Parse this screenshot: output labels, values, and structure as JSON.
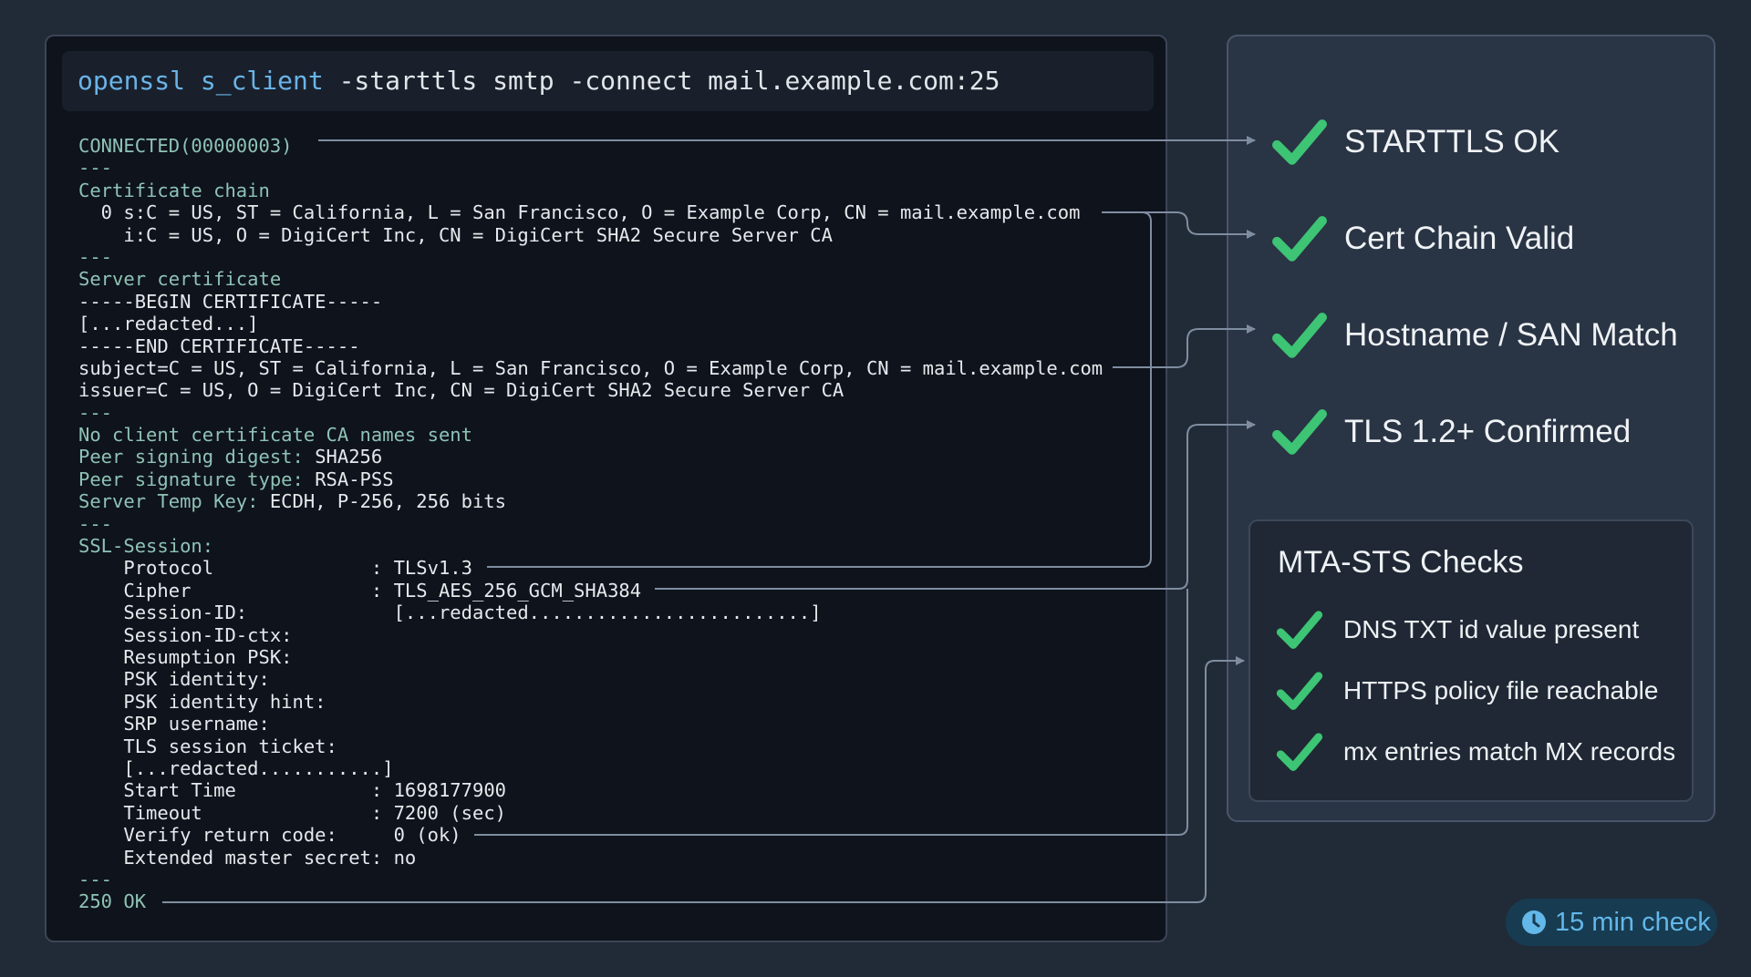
{
  "terminal": {
    "command": {
      "program": "openssl s_client",
      "args": " -starttls smtp -connect mail.example.com:25"
    },
    "lines": [
      {
        "g": "CONNECTED(00000003)",
        "w": ""
      },
      {
        "g": "---",
        "w": ""
      },
      {
        "g": "Certificate chain",
        "w": ""
      },
      {
        "g": "",
        "w": "  0 s:C = US, ST = California, L = San Francisco, O = Example Corp, CN = mail.example.com"
      },
      {
        "g": "",
        "w": "    i:C = US, O = DigiCert Inc, CN = DigiCert SHA2 Secure Server CA"
      },
      {
        "g": "---",
        "w": ""
      },
      {
        "g": "Server certificate",
        "w": ""
      },
      {
        "g": "",
        "w": "-----BEGIN CERTIFICATE-----"
      },
      {
        "g": "",
        "w": "[...redacted...]"
      },
      {
        "g": "",
        "w": "-----END CERTIFICATE-----"
      },
      {
        "g": "",
        "w": "subject=C = US, ST = California, L = San Francisco, O = Example Corp, CN = mail.example.com"
      },
      {
        "g": "",
        "w": "issuer=C = US, O = DigiCert Inc, CN = DigiCert SHA2 Secure Server CA"
      },
      {
        "g": "---",
        "w": ""
      },
      {
        "g": "No client certificate CA names sent",
        "w": ""
      },
      {
        "g": "Peer signing digest: ",
        "w": "SHA256"
      },
      {
        "g": "Peer signature type: ",
        "w": "RSA-PSS"
      },
      {
        "g": "Server Temp Key: ",
        "w": "ECDH, P-256, 256 bits"
      },
      {
        "g": "---",
        "w": ""
      },
      {
        "g": "SSL-Session:",
        "w": ""
      },
      {
        "g": "",
        "w": "    Protocol              : TLSv1.3"
      },
      {
        "g": "",
        "w": "    Cipher                : TLS_AES_256_GCM_SHA384"
      },
      {
        "g": "",
        "w": "    Session-ID:             [...redacted.........................]"
      },
      {
        "g": "",
        "w": "    Session-ID-ctx:"
      },
      {
        "g": "",
        "w": "    Resumption PSK:"
      },
      {
        "g": "",
        "w": "    PSK identity:"
      },
      {
        "g": "",
        "w": "    PSK identity hint:"
      },
      {
        "g": "",
        "w": "    SRP username:"
      },
      {
        "g": "",
        "w": "    TLS session ticket:"
      },
      {
        "g": "",
        "w": "    [...redacted...........]"
      },
      {
        "g": "",
        "w": "    Start Time            : 1698177900"
      },
      {
        "g": "",
        "w": "    Timeout               : 7200 (sec)"
      },
      {
        "g": "",
        "w": "    Verify return code:     0 (ok)"
      },
      {
        "g": "",
        "w": "    Extended master secret: no"
      },
      {
        "g": "---",
        "w": ""
      },
      {
        "g": "250 OK",
        "w": ""
      }
    ]
  },
  "checks": {
    "items": [
      {
        "label": "STARTTLS OK",
        "icon": "check-icon"
      },
      {
        "label": "Cert Chain Valid",
        "icon": "check-icon"
      },
      {
        "label": "Hostname / SAN Match",
        "icon": "check-icon"
      },
      {
        "label": "TLS 1.2+ Confirmed",
        "icon": "check-icon"
      }
    ]
  },
  "mta_sts": {
    "title": "MTA-STS Checks",
    "items": [
      {
        "label": "DNS TXT id value present",
        "icon": "check-icon"
      },
      {
        "label": "HTTPS policy file reachable",
        "icon": "check-icon"
      },
      {
        "label": "mx entries match MX records",
        "icon": "check-icon"
      }
    ]
  },
  "badge": {
    "label": "15 min check",
    "icon": "clock-icon"
  },
  "colors": {
    "background": "#212b38",
    "terminal_bg": "#0e131c",
    "check_green": "#3dc474",
    "connector": "#7f8da0",
    "accent_blue": "#63b7e9"
  }
}
